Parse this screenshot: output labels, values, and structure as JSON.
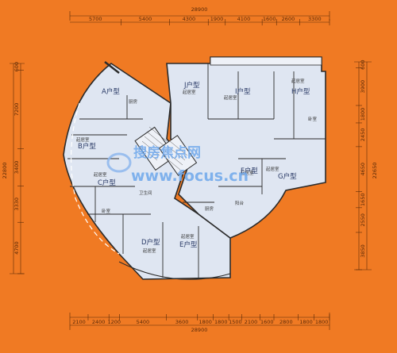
{
  "top_dims": {
    "total": "28900",
    "segments": [
      "5700",
      "5400",
      "4300",
      "1900",
      "4100",
      "1600",
      "2600",
      "3300"
    ]
  },
  "bottom_dims": {
    "total": "28900",
    "segments": [
      "2100",
      "2400",
      "1200",
      "5400",
      "3600",
      "1800",
      "1800",
      "1500",
      "2100",
      "1600",
      "2800",
      "1800",
      "1800"
    ]
  },
  "left_dims": {
    "total": "22800",
    "segments": [
      "600",
      "7200",
      "3400",
      "3330",
      "4700"
    ]
  },
  "right_dims": {
    "total": "22650",
    "segments": [
      "600",
      "3900",
      "1800",
      "2450",
      "4650",
      "1650",
      "2550",
      "3850"
    ]
  },
  "units": [
    {
      "id": "A",
      "label": "A户型"
    },
    {
      "id": "B",
      "label": "B户型"
    },
    {
      "id": "C",
      "label": "C户型"
    },
    {
      "id": "D",
      "label": "D户型"
    },
    {
      "id": "E",
      "label": "E户型"
    },
    {
      "id": "F",
      "label": "F户型"
    },
    {
      "id": "G",
      "label": "G户型"
    },
    {
      "id": "H",
      "label": "H户型"
    },
    {
      "id": "I",
      "label": "I户型"
    },
    {
      "id": "J",
      "label": "J户型"
    }
  ],
  "rooms": {
    "living": "起居室",
    "bedroom": "卧室",
    "kitchen": "厨房",
    "toilet": "卫生间",
    "balcony": "阳台"
  },
  "watermark": {
    "text_cn": "搜房焦点网",
    "text_url": "www.focus.cn"
  },
  "colors": {
    "background": "#f07a23",
    "plan_fill": "#dfe6f2",
    "wall": "#2b2b2b",
    "dim_line": "#5a2a08"
  }
}
